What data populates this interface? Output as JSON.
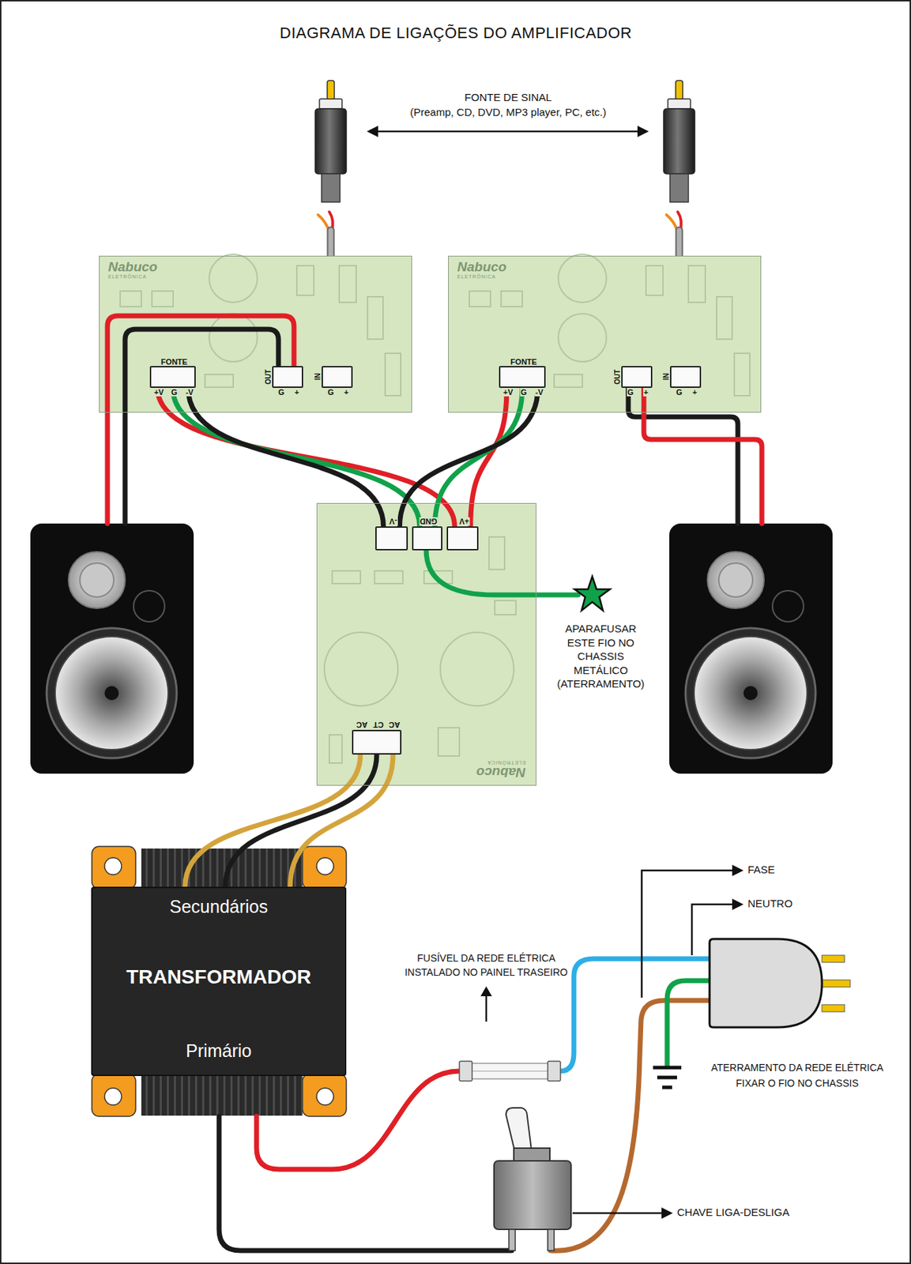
{
  "diagram": {
    "title": "DIAGRAMA DE LIGAÇÕES DO AMPLIFICADOR",
    "nodes": [
      {
        "text": [
          "Nabuco",
          "ELETRÔNICA"
        ]
      },
      {
        "text": [
          "FONTE",
          "+V",
          "G",
          "-V"
        ],
        "in": 0
      },
      {
        "text": [
          "OUT",
          "G",
          "+"
        ],
        "in": 0
      },
      {
        "text": [
          "IN",
          "G",
          "+"
        ],
        "in": 0
      },
      {
        "text": [
          "Nabuco",
          "ELETRÔNICA"
        ]
      },
      {
        "text": [
          "FONTE",
          "+V",
          "G",
          "-V"
        ],
        "in": 4
      },
      {
        "text": [
          "OUT",
          "G",
          "+"
        ],
        "in": 4
      },
      {
        "text": [
          "IN",
          "G",
          "+"
        ],
        "in": 4
      },
      {
        "text": [
          "Nabuco",
          "ELETRÔNICA"
        ]
      },
      {
        "text": [
          "-V"
        ],
        "in": 8
      },
      {
        "text": [
          "GND"
        ],
        "in": 8
      },
      {
        "text": [
          "+V"
        ],
        "in": 8
      },
      {
        "text": [
          "AC",
          "CT",
          "AC"
        ],
        "in": 8
      },
      {
        "text": [
          "Secundários",
          "TRANSFORMADOR",
          "Primário"
        ]
      }
    ],
    "edges": [
      {
        "from": 1,
        "to": 11,
        "arrow": "none"
      },
      {
        "from": 1,
        "to": 10,
        "arrow": "none"
      },
      {
        "from": 1,
        "to": 9,
        "arrow": "none"
      },
      {
        "from": 5,
        "to": 11,
        "arrow": "none"
      },
      {
        "from": 5,
        "to": 10,
        "arrow": "none"
      },
      {
        "from": 5,
        "to": 9,
        "arrow": "none"
      },
      {
        "from": 13,
        "to": 12,
        "arrow": "none"
      }
    ],
    "labels": [
      "FONTE DE SINAL",
      "(Preamp, CD, DVD, MP3 player, PC, etc.)",
      "APARAFUSAR ESTE FIO NO CHASSIS METÁLICO (ATERRAMENTO)",
      "FUSÍVEL DA REDE ELÉTRICA",
      "INSTALADO NO PAINEL TRASEIRO",
      "FASE",
      "NEUTRO",
      "ATERRAMENTO DA REDE ELÉTRICA",
      "FIXAR O FIO NO CHASSIS",
      "CHAVE LIGA-DESLIGA"
    ]
  }
}
